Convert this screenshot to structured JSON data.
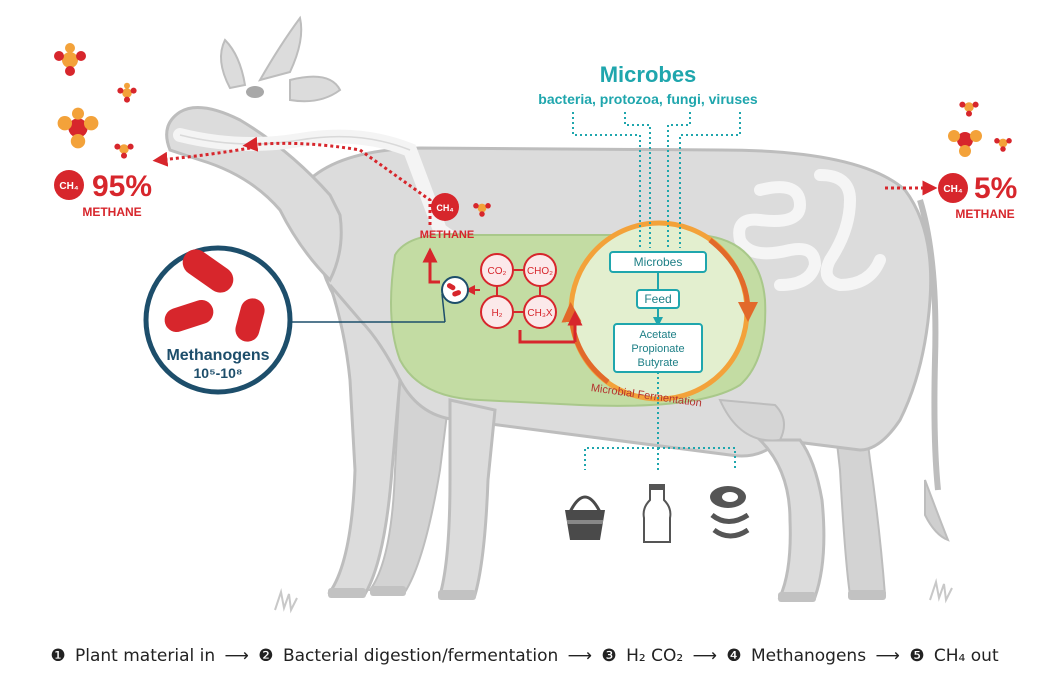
{
  "colors": {
    "red": "#d7262c",
    "teal": "#1fa6ad",
    "navy": "#1d4e6b",
    "orange": "#f3a23a",
    "green": "#c3dca3",
    "cow": "#d9d9d9",
    "cow_stroke": "#bdbdbd"
  },
  "microbes": {
    "title": "Microbes",
    "subtitle": "bacteria, protozoa, fungi, viruses"
  },
  "left_emission": {
    "chip": "CH₄",
    "percent": "95%",
    "label": "METHANE"
  },
  "right_emission": {
    "chip": "CH₄",
    "percent": "5%",
    "label": "METHANE"
  },
  "mid_emission": {
    "chip": "CH₄",
    "label": "METHANE"
  },
  "rumen": {
    "nodes": [
      "CO₂",
      "CHO₂",
      "H₂",
      "CH₃X"
    ],
    "microbes_box": "Microbes",
    "feed_box": "Feed",
    "products": [
      "Acetate",
      "Propionate",
      "Butyrate"
    ],
    "fermentation_label": "Microbial Fermentation"
  },
  "methanogens": {
    "label": "Methanogens",
    "count": "10⁵-10⁸"
  },
  "icons": [
    "basket-icon",
    "milk-bottle-icon",
    "meat-icon"
  ],
  "caption": {
    "steps": [
      {
        "marker": "❶",
        "text": "Plant material in"
      },
      {
        "marker": "❷",
        "text": "Bacterial digestion/fermentation"
      },
      {
        "marker": "❸",
        "text": "H₂ CO₂"
      },
      {
        "marker": "❹",
        "text": "Methanogens"
      },
      {
        "marker": "❺",
        "text": "CH₄ out"
      }
    ],
    "arrow": "⟶"
  }
}
